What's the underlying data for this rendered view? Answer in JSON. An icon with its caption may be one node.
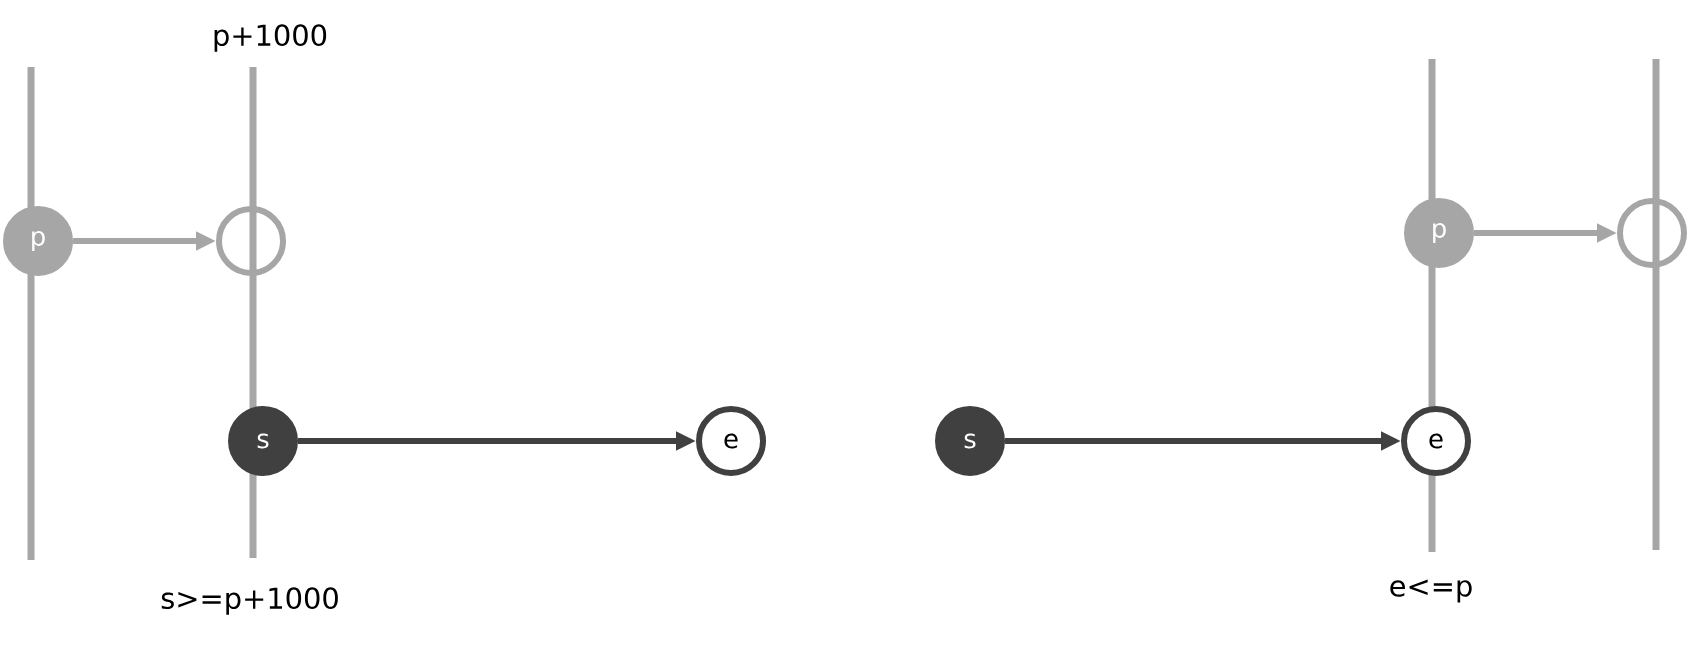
{
  "diagram": {
    "nodes": [
      {
        "text": [
          "p"
        ]
      },
      {
        "text": [],
        "shape": "circle"
      },
      {
        "text": [
          "s"
        ]
      },
      {
        "text": [
          "e"
        ]
      },
      {
        "text": [
          "p"
        ]
      },
      {
        "text": [],
        "shape": "circle"
      },
      {
        "text": [
          "s"
        ]
      },
      {
        "text": [
          "e"
        ]
      }
    ],
    "edges": [
      {
        "from": 0,
        "to": 1,
        "arrow": "to",
        "color": "#a6a6a6"
      },
      {
        "from": 2,
        "to": 3,
        "arrow": "to",
        "color": "#404040"
      },
      {
        "from": 4,
        "to": 5,
        "arrow": "to",
        "color": "#a6a6a6"
      },
      {
        "from": 6,
        "to": 7,
        "arrow": "to",
        "color": "#404040"
      }
    ],
    "labels": [
      "p+1000",
      "s>=p+1000",
      "e<=p"
    ]
  }
}
